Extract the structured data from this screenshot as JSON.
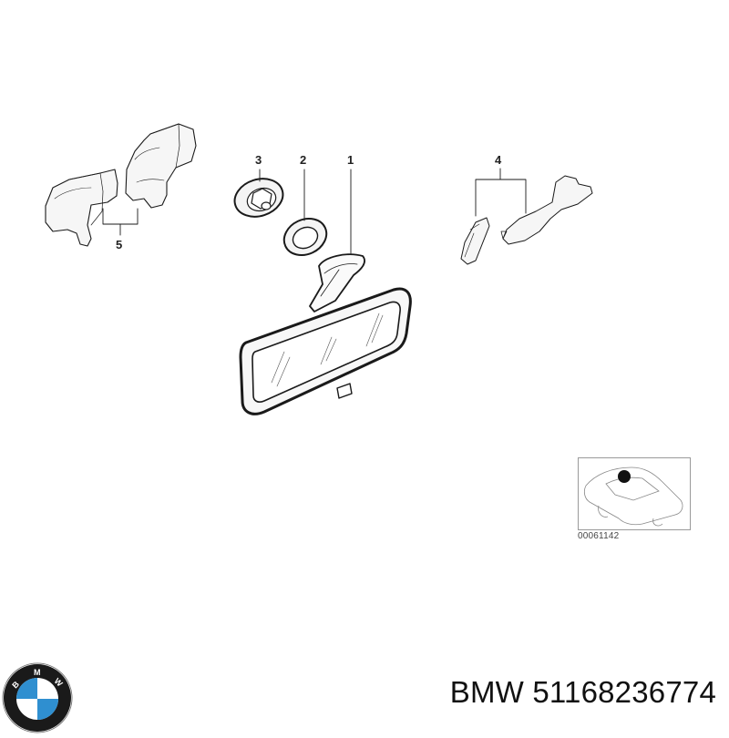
{
  "diagram": {
    "callouts": [
      {
        "id": "1",
        "label": "1"
      },
      {
        "id": "2",
        "label": "2"
      },
      {
        "id": "3",
        "label": "3"
      },
      {
        "id": "4",
        "label": "4"
      },
      {
        "id": "5",
        "label": "5"
      }
    ],
    "inset": {
      "image_code": "00061142"
    }
  },
  "footer": {
    "brand_logo": "bmw-roundel-icon",
    "logo_letters": [
      "B",
      "M",
      "W"
    ],
    "part_title": "BMW 51168236774",
    "colors": {
      "roundel_blue": "#2f8fd0",
      "roundel_ring": "#1a1a1a"
    }
  }
}
